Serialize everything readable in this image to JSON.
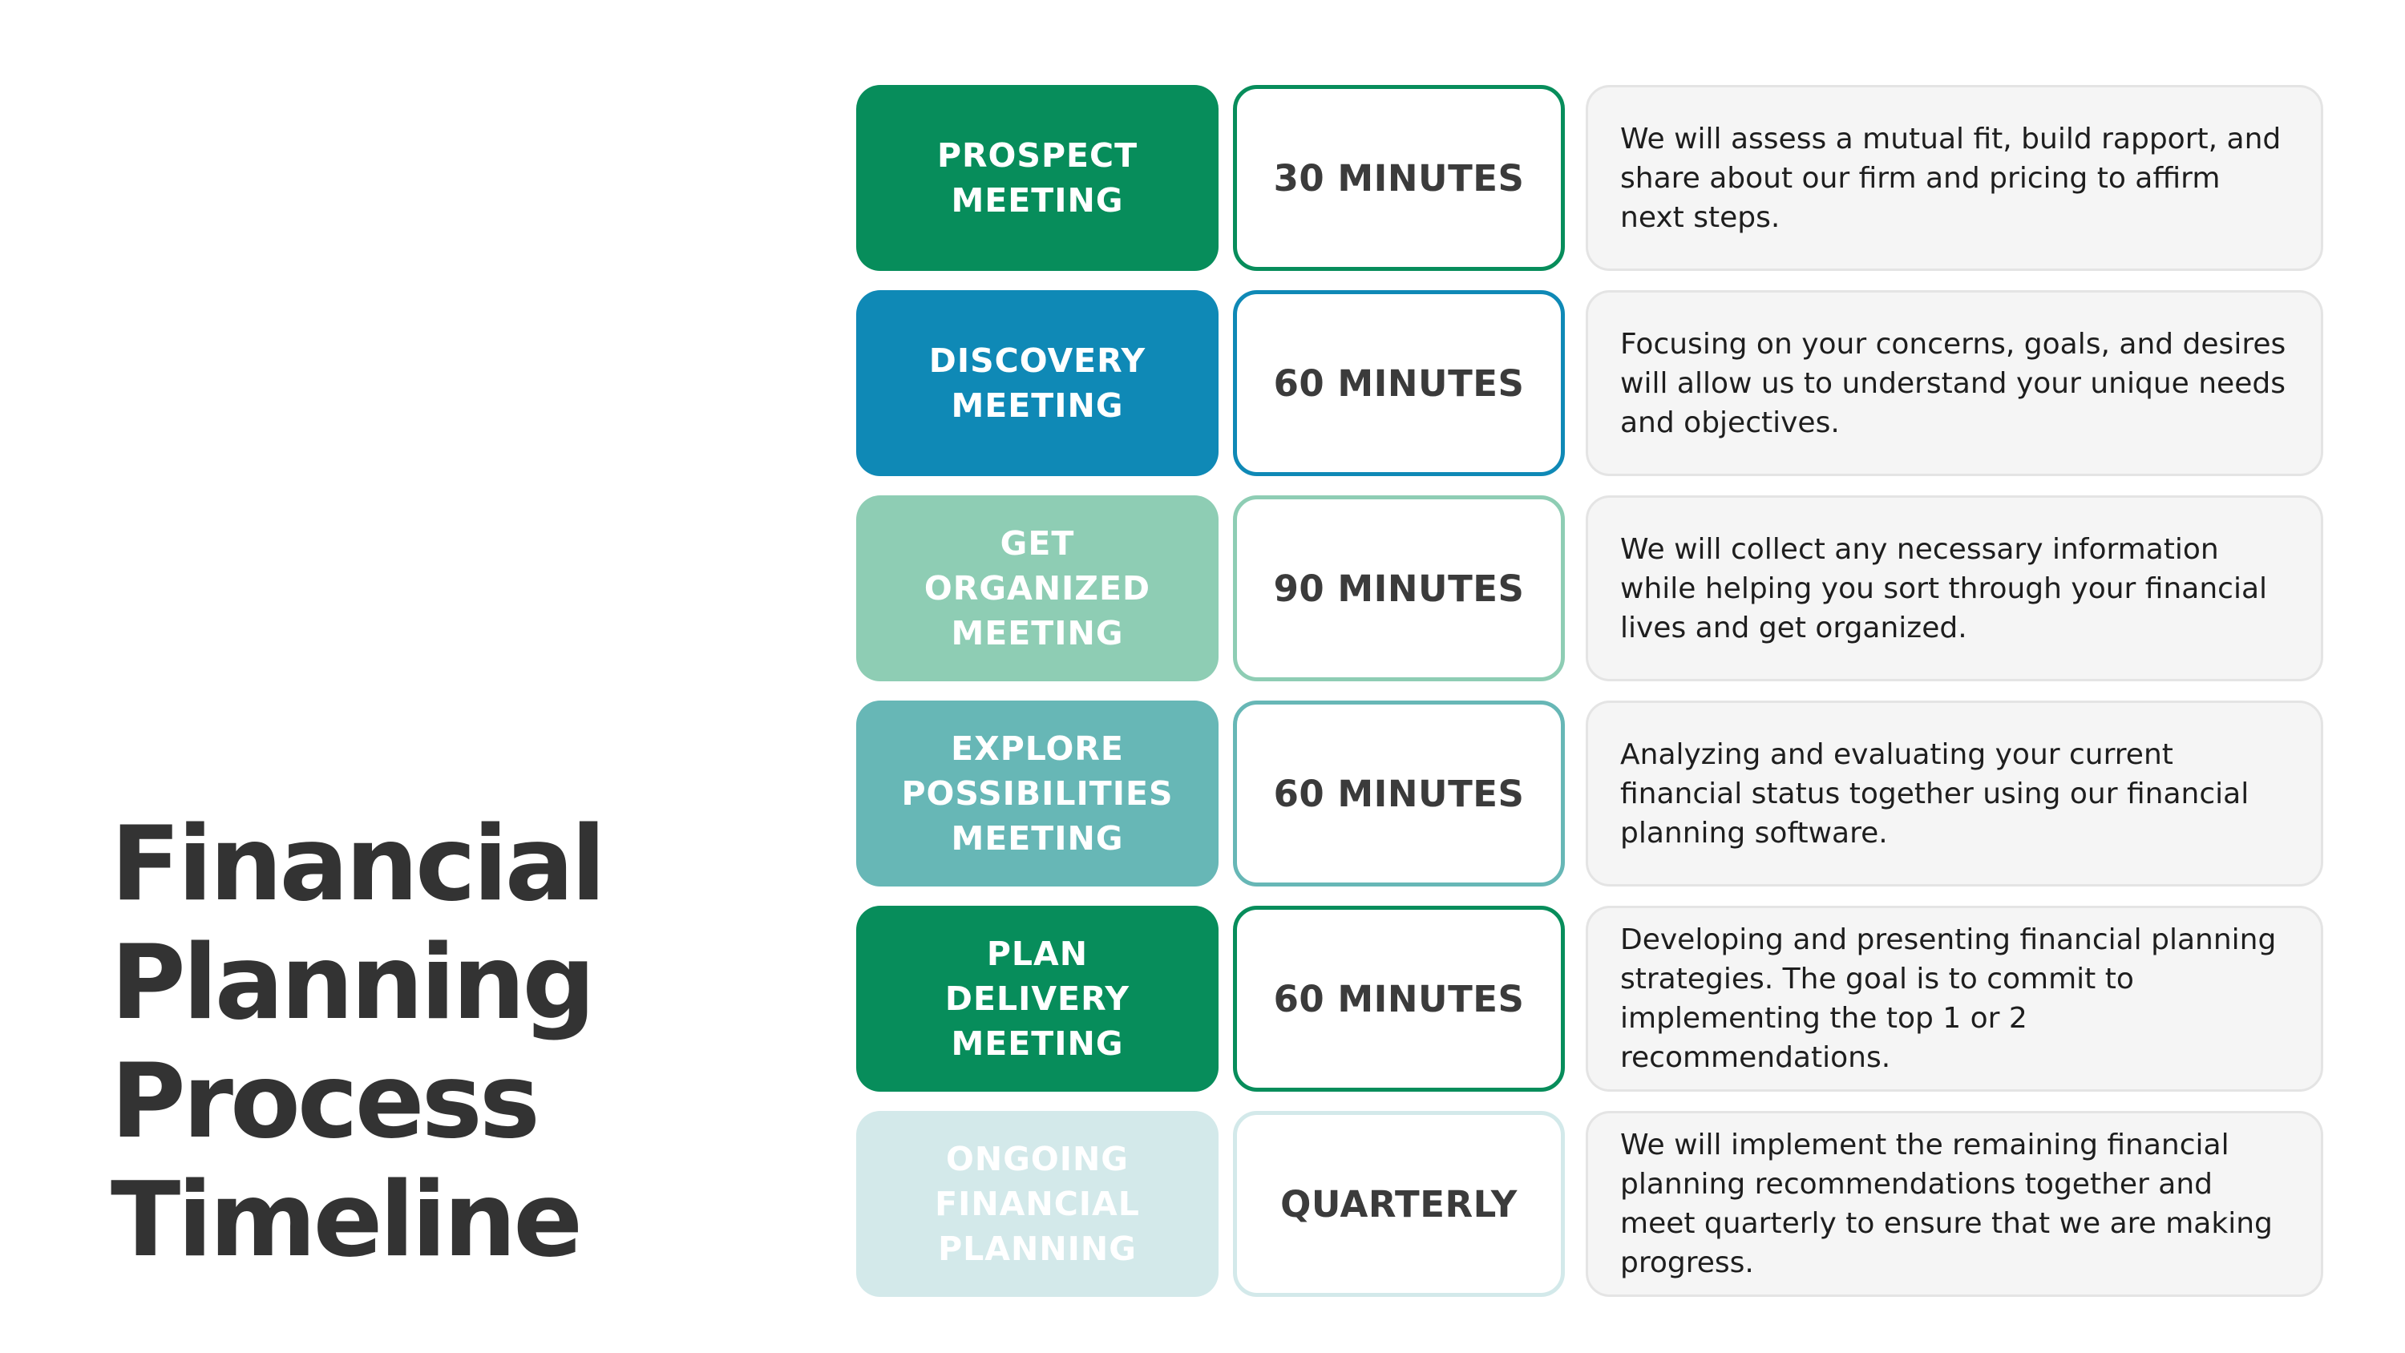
{
  "title": {
    "line1": "Financial",
    "line2": "Planning",
    "line3": "Process",
    "line4": "Timeline"
  },
  "stages": [
    {
      "name": "PROSPECT\nMEETING",
      "duration": "30 MINUTES",
      "description": "We will assess a mutual fit, build rapport, and share about our firm and pricing to affirm next steps.",
      "color": "#078d5b",
      "border_color": "#078d5b"
    },
    {
      "name": "DISCOVERY\nMEETING",
      "duration": "60 MINUTES",
      "description": "Focusing on your concerns, goals, and desires will allow us to understand your unique needs and objectives.",
      "color": "#0f89b6",
      "border_color": "#0f89b6"
    },
    {
      "name": "GET\nORGANIZED\nMEETING",
      "duration": "90 MINUTES",
      "description": "We will collect any necessary information while helping you sort through your financial lives and get organized.",
      "color": "#8ecdb4",
      "border_color": "#8ecdb4"
    },
    {
      "name": "EXPLORE\nPOSSIBILITIES\nMEETING",
      "duration": "60 MINUTES",
      "description": "Analyzing and evaluating your current financial status together using our financial planning software.",
      "color": "#67b7b6",
      "border_color": "#67b7b6"
    },
    {
      "name": "PLAN\nDELIVERY\nMEETING",
      "duration": "60 MINUTES",
      "description": "Developing and presenting financial planning strategies. The goal is to commit to implementing the top 1 or 2 recommendations.",
      "color": "#078d5b",
      "border_color": "#078d5b"
    },
    {
      "name": "ONGOING\nFINANCIAL\nPLANNING",
      "duration": "QUARTERLY",
      "description": "We will implement the remaining financial planning recommendations together and meet quarterly to ensure that we are making progress.",
      "color": "#d3e9ea",
      "border_color": "#d3e9ea"
    }
  ]
}
